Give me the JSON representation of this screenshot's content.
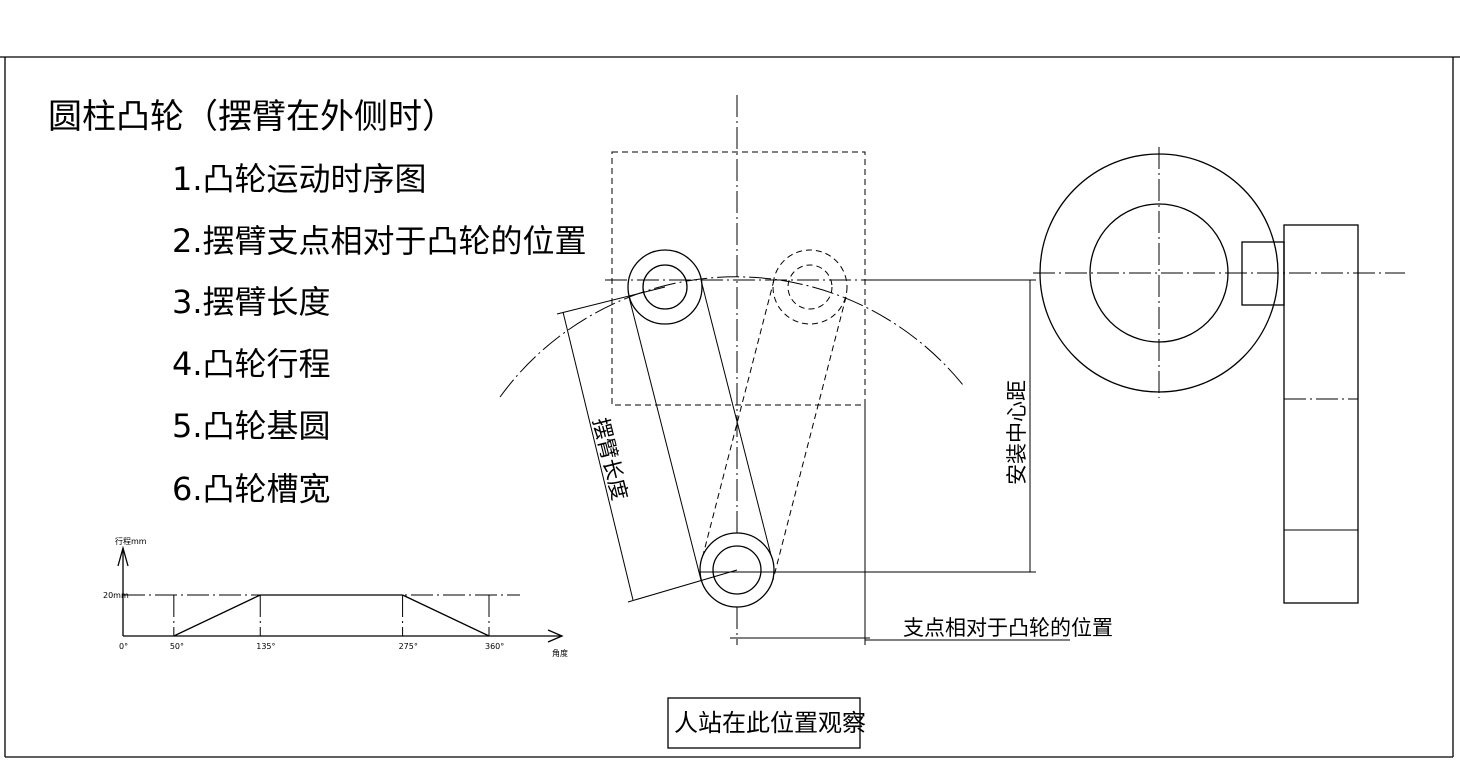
{
  "title": "圆柱凸轮（摆臂在外侧时）",
  "items": [
    "1.凸轮运动时序图",
    "2.摆臂支点相对于凸轮的位置",
    "3.摆臂长度",
    "4.凸轮行程",
    "5.凸轮基圆",
    "6.凸轮槽宽"
  ],
  "labels": {
    "arm_length": "摆臂长度",
    "center_distance": "安装中心距",
    "pivot_position": "支点相对于凸轮的位置",
    "observer": "人站在此位置观察"
  },
  "chart_data": {
    "type": "line",
    "ylabel": "行程mm",
    "xlabel": "角度",
    "x_ticks": [
      "0°",
      "50°",
      "135°",
      "275°",
      "360°"
    ],
    "y_ticks": [
      "20mm"
    ],
    "xlim": [
      0,
      360
    ],
    "ylim": [
      0,
      20
    ],
    "points": [
      [
        50,
        0
      ],
      [
        135,
        20
      ],
      [
        275,
        20
      ],
      [
        360,
        0
      ]
    ]
  }
}
